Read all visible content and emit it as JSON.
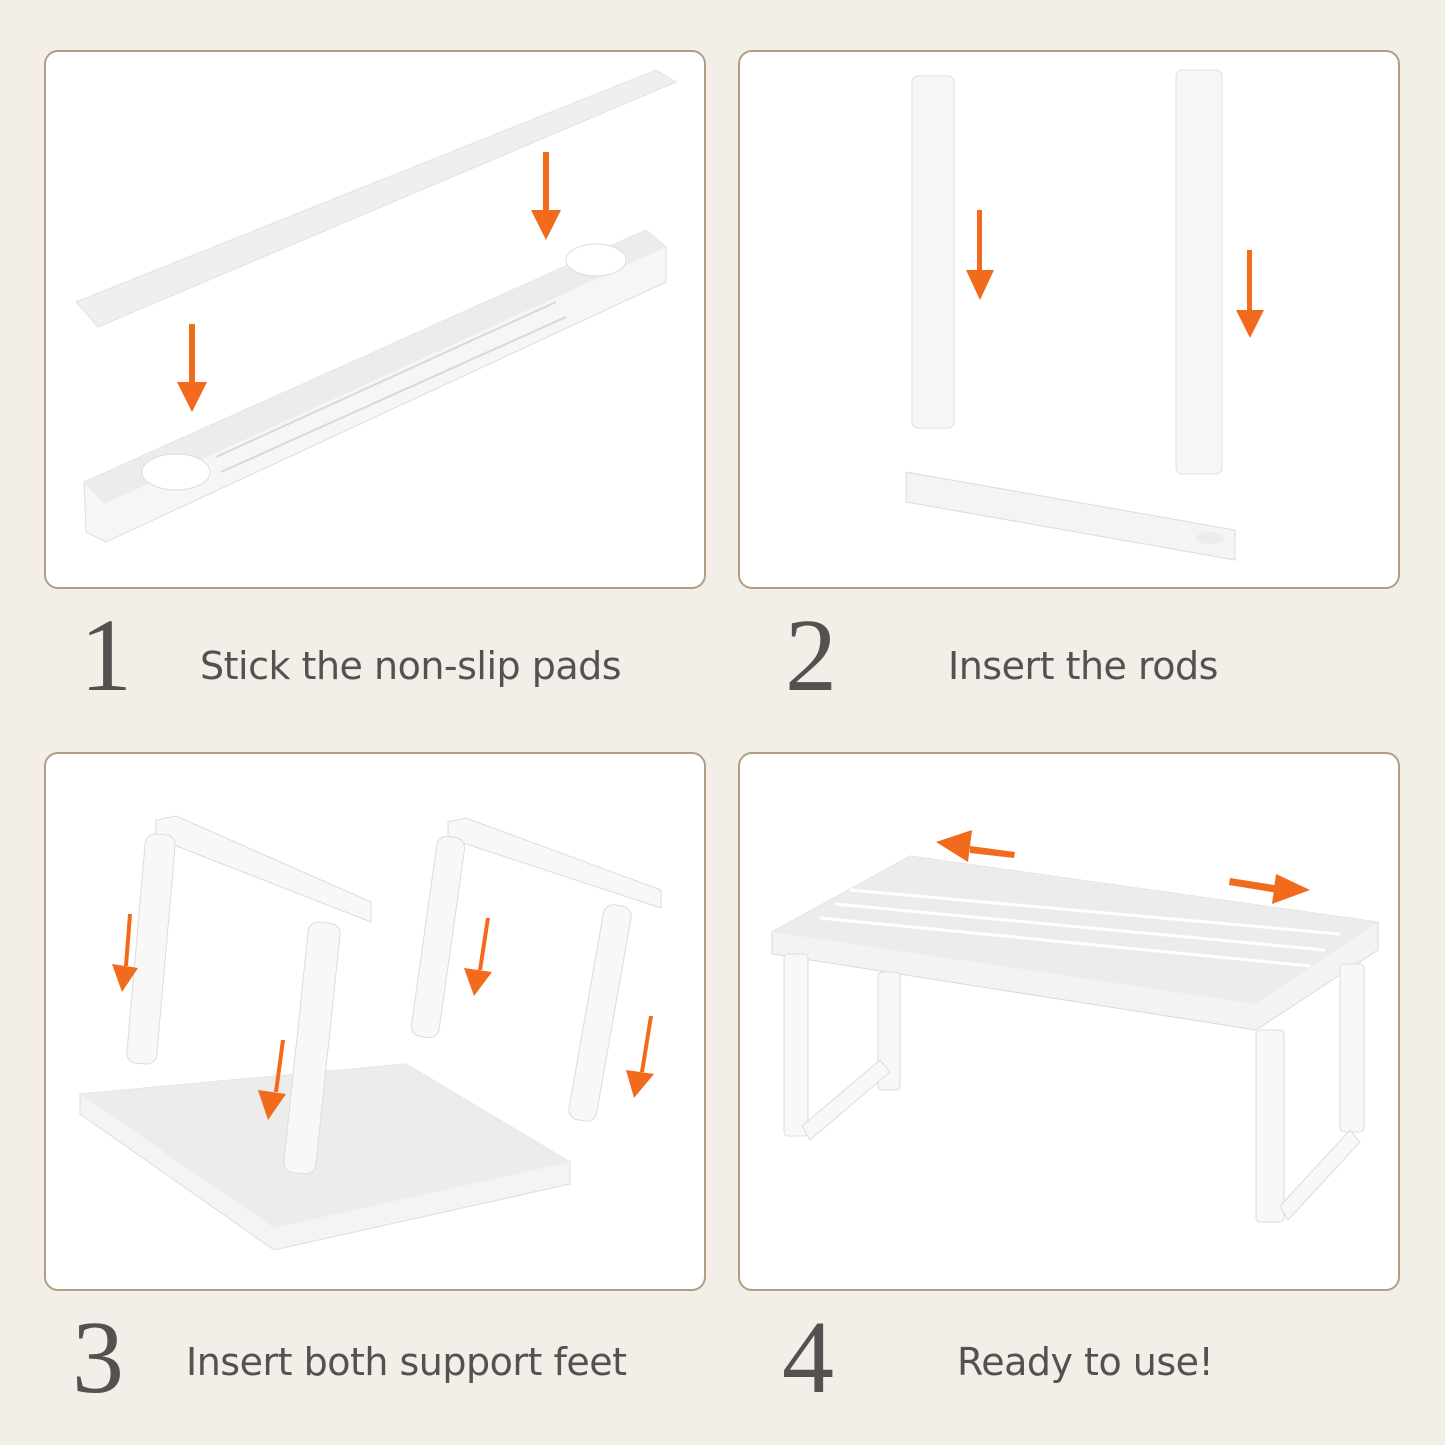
{
  "steps": [
    {
      "number": "1",
      "caption": "Stick the non-slip pads"
    },
    {
      "number": "2",
      "caption": "Insert the rods"
    },
    {
      "number": "3",
      "caption": "Insert both support feet"
    },
    {
      "number": "4",
      "caption": "Ready to use!"
    }
  ],
  "colors": {
    "background": "#f3eee8",
    "panel_border": "#b39e85",
    "arrow": "#f26a1b",
    "text": "#545250"
  }
}
